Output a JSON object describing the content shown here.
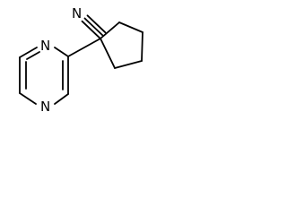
{
  "molecule": {
    "atoms": {
      "nitrile_n": "N",
      "ring_n_top": "N",
      "ring_n_bottom": "N"
    }
  },
  "colors": {
    "bond": "#000000",
    "background": "#ffffff"
  }
}
